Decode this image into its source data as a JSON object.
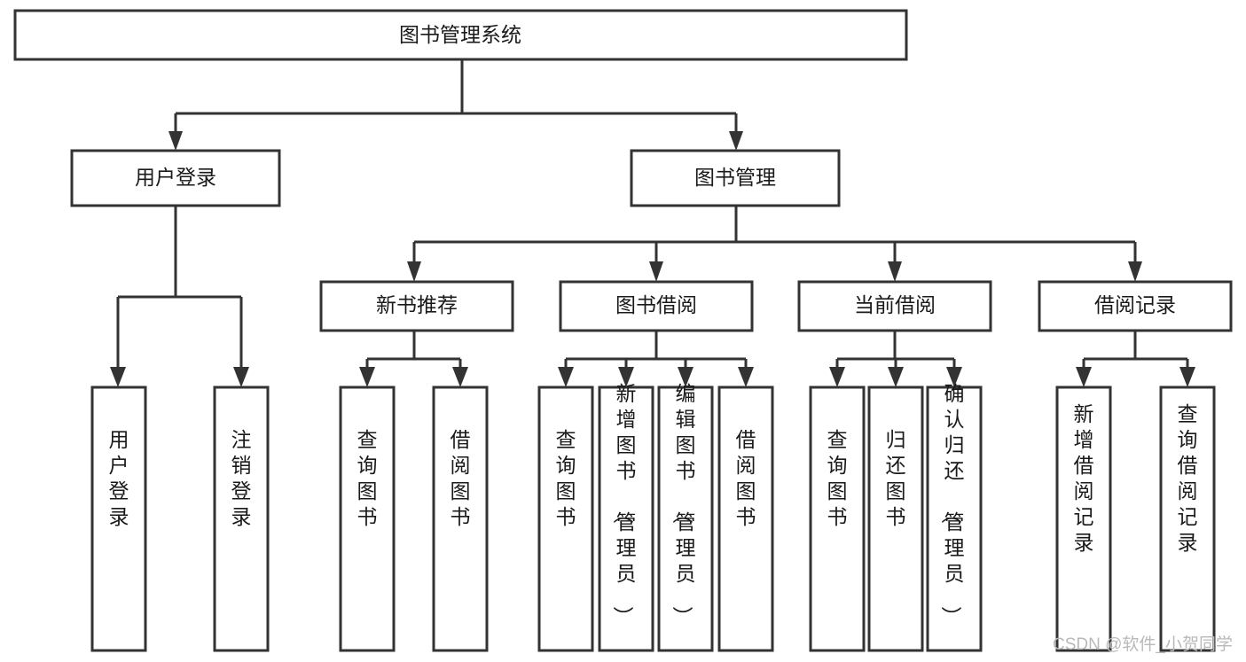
{
  "diagram": {
    "type": "tree-hierarchy",
    "title": "图书管理系统",
    "orientation": "top-down",
    "colors": {
      "stroke": "#333333",
      "box_fill": "#ffffff",
      "text": "#1a1a1a",
      "background": "#ffffff",
      "watermark": "#b9b9b9"
    },
    "levels": {
      "level0": {
        "nodes": [
          {
            "id": "root",
            "label": "图书管理系统",
            "orientation": "horizontal"
          }
        ]
      },
      "level1": {
        "nodes": [
          {
            "id": "user-login",
            "label": "用户登录",
            "orientation": "horizontal"
          },
          {
            "id": "book-manage",
            "label": "图书管理",
            "orientation": "horizontal"
          }
        ]
      },
      "level2": {
        "nodes": [
          {
            "id": "new-book-recommend",
            "label": "新书推荐",
            "orientation": "horizontal"
          },
          {
            "id": "book-borrow",
            "label": "图书借阅",
            "orientation": "horizontal"
          },
          {
            "id": "current-borrow",
            "label": "当前借阅",
            "orientation": "horizontal"
          },
          {
            "id": "borrow-record",
            "label": "借阅记录",
            "orientation": "horizontal"
          }
        ]
      },
      "level3": {
        "nodes": [
          {
            "id": "leaf-user-login",
            "label": "用户登录",
            "orientation": "vertical",
            "parent": "user-login"
          },
          {
            "id": "leaf-user-logout",
            "label": "注销登录",
            "orientation": "vertical",
            "parent": "user-login"
          },
          {
            "id": "leaf-query-book-1",
            "label": "查询图书",
            "orientation": "vertical",
            "parent": "new-book-recommend"
          },
          {
            "id": "leaf-borrow-book-1",
            "label": "借阅图书",
            "orientation": "vertical",
            "parent": "new-book-recommend"
          },
          {
            "id": "leaf-query-book-2",
            "label": "查询图书",
            "orientation": "vertical",
            "parent": "book-borrow"
          },
          {
            "id": "leaf-add-book",
            "label": "新增图书（管理员）",
            "orientation": "vertical",
            "parent": "book-borrow"
          },
          {
            "id": "leaf-edit-book",
            "label": "编辑图书（管理员）",
            "orientation": "vertical",
            "parent": "book-borrow"
          },
          {
            "id": "leaf-borrow-book-2",
            "label": "借阅图书",
            "orientation": "vertical",
            "parent": "book-borrow"
          },
          {
            "id": "leaf-query-book-3",
            "label": "查询图书",
            "orientation": "vertical",
            "parent": "current-borrow"
          },
          {
            "id": "leaf-return-book",
            "label": "归还图书",
            "orientation": "vertical",
            "parent": "current-borrow"
          },
          {
            "id": "leaf-confirm-return",
            "label": "确认归还（管理员）",
            "orientation": "vertical",
            "parent": "current-borrow"
          },
          {
            "id": "leaf-add-record",
            "label": "新增借阅记录",
            "orientation": "vertical",
            "parent": "borrow-record"
          },
          {
            "id": "leaf-query-record",
            "label": "查询借阅记录",
            "orientation": "vertical",
            "parent": "borrow-record"
          }
        ]
      }
    }
  },
  "watermark": {
    "text": "CSDN @软件_小贺同学"
  }
}
